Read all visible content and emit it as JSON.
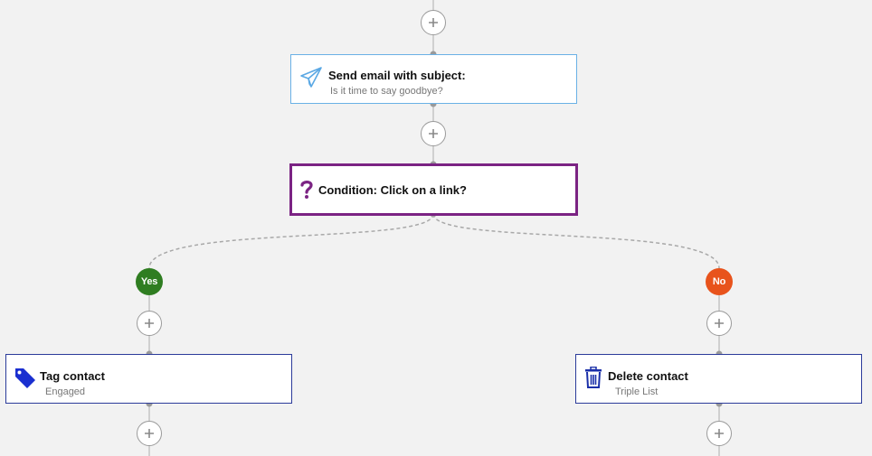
{
  "workflow": {
    "email_step": {
      "title": "Send email with subject:",
      "subtitle": "Is it time to say goodbye?",
      "icon": "paper-plane-icon"
    },
    "condition_step": {
      "title": "Condition: Click on a link?",
      "icon": "question-mark-icon"
    },
    "branches": {
      "yes_label": "Yes",
      "no_label": "No"
    },
    "tag_step": {
      "title": "Tag contact",
      "subtitle": "Engaged",
      "icon": "tag-icon"
    },
    "delete_step": {
      "title": "Delete contact",
      "subtitle": "Triple List",
      "icon": "trash-icon"
    }
  },
  "colors": {
    "background": "#f2f2f2",
    "email_border": "#6ab1e6",
    "condition_border": "#7b2383",
    "action_border": "#2b3b9a",
    "yes_badge": "#2f7d21",
    "no_badge": "#e8531c",
    "tag_icon": "#1a2fd0",
    "trash_icon": "#1a2fa8"
  }
}
